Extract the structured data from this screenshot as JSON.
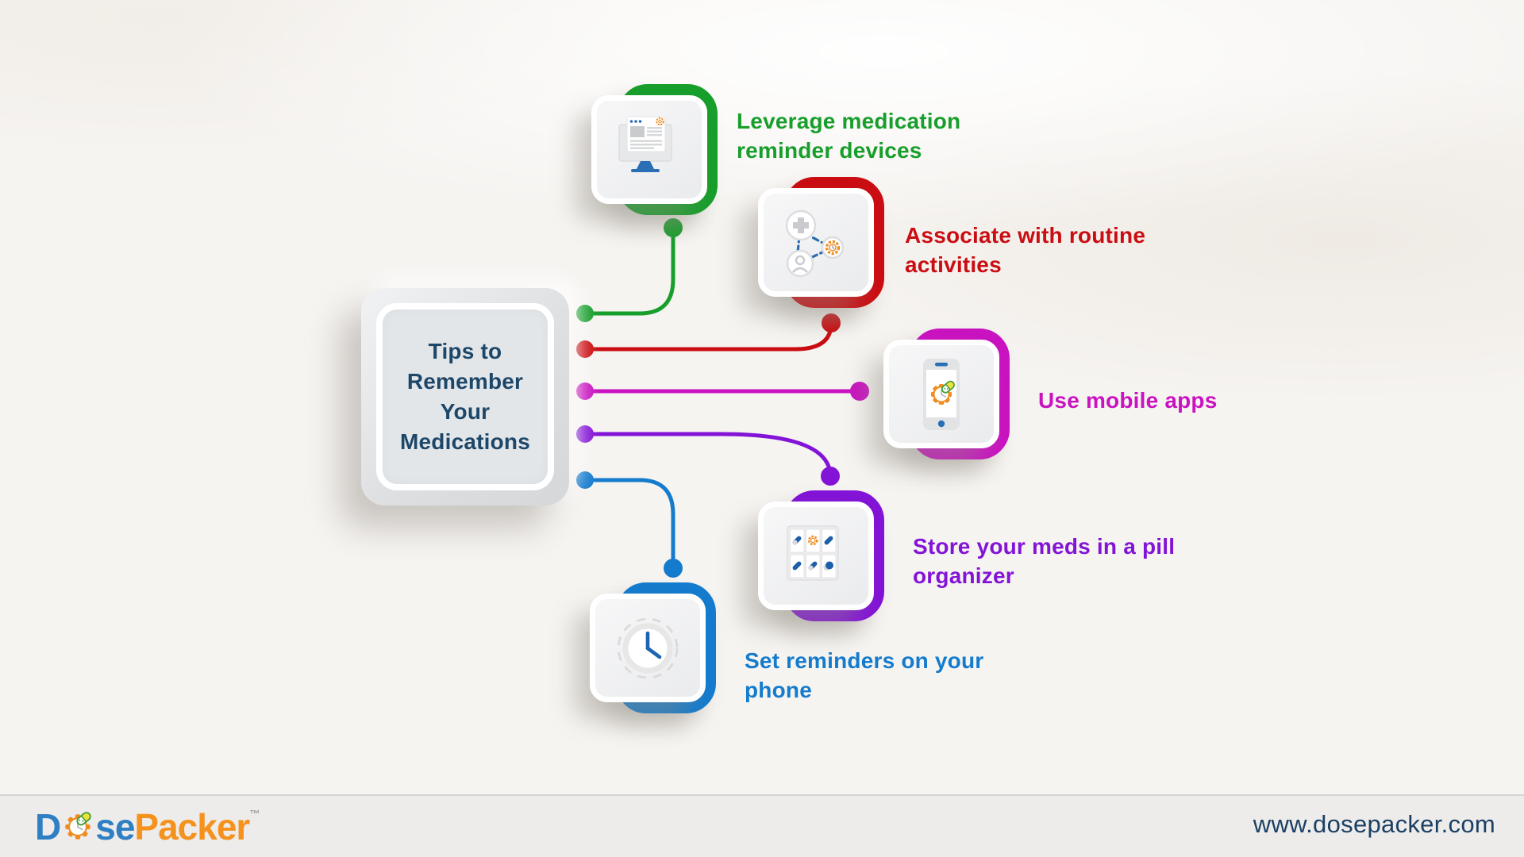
{
  "page": {
    "background_color": "#f6f4f1",
    "hub_text_color": "#1d4769"
  },
  "hub": {
    "title": "Tips to Remember Your Medications"
  },
  "tips": [
    {
      "label": "Leverage medication reminder devices",
      "color": "#179e2b",
      "icon": "monitor-browser-icon"
    },
    {
      "label": "Associate with routine activities",
      "color": "#ca0d12",
      "icon": "routine-network-icon"
    },
    {
      "label": "Use mobile apps",
      "color": "#c913c0",
      "icon": "mobile-phone-icon"
    },
    {
      "label": "Store your meds in a pill organizer",
      "color": "#8313d6",
      "icon": "pill-organizer-icon"
    },
    {
      "label": "Set reminders on your phone",
      "color": "#147bcd",
      "icon": "clock-reminder-icon"
    }
  ],
  "footer": {
    "brand": {
      "d": "D",
      "se": "se",
      "packer": "Packer",
      "tm": "™",
      "blue": "#2e7fc4",
      "orange": "#f5921e",
      "gear_icon": "gear-pill-logo-icon"
    },
    "website": "www.dosepacker.com"
  }
}
